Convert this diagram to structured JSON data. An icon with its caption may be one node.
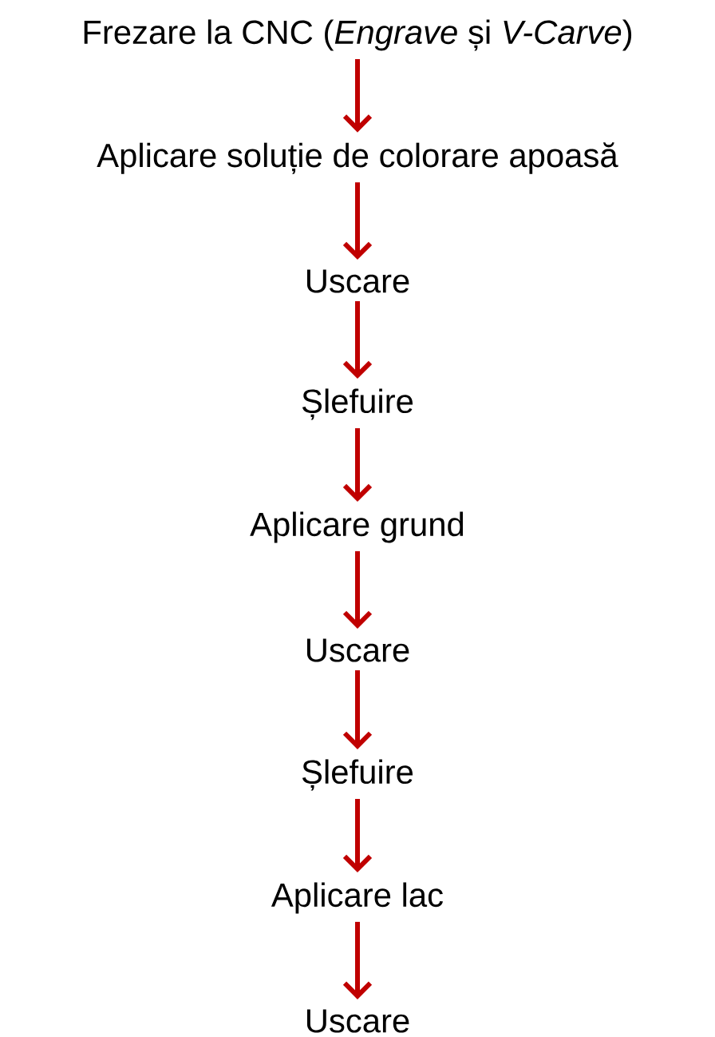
{
  "diagram": {
    "nodes": [
      {
        "text": [
          "Frezare la CNC (*Engrave* și *V-Carve*)"
        ]
      },
      {
        "text": [
          "Aplicare soluție de colorare apoasă"
        ]
      },
      {
        "text": [
          "Uscare"
        ]
      },
      {
        "text": [
          "Șlefuire"
        ]
      },
      {
        "text": [
          "Aplicare grund"
        ]
      },
      {
        "text": [
          "Uscare"
        ]
      },
      {
        "text": [
          "Șlefuire"
        ]
      },
      {
        "text": [
          "Aplicare lac"
        ]
      },
      {
        "text": [
          "Uscare"
        ]
      }
    ],
    "edges": [
      {
        "from": 0,
        "to": 1,
        "arrow": "to"
      },
      {
        "from": 1,
        "to": 2,
        "arrow": "to"
      },
      {
        "from": 2,
        "to": 3,
        "arrow": "to"
      },
      {
        "from": 3,
        "to": 4,
        "arrow": "to"
      },
      {
        "from": 4,
        "to": 5,
        "arrow": "to"
      },
      {
        "from": 5,
        "to": 6,
        "arrow": "to"
      },
      {
        "from": 6,
        "to": 7,
        "arrow": "to"
      },
      {
        "from": 7,
        "to": 8,
        "arrow": "to"
      }
    ]
  }
}
